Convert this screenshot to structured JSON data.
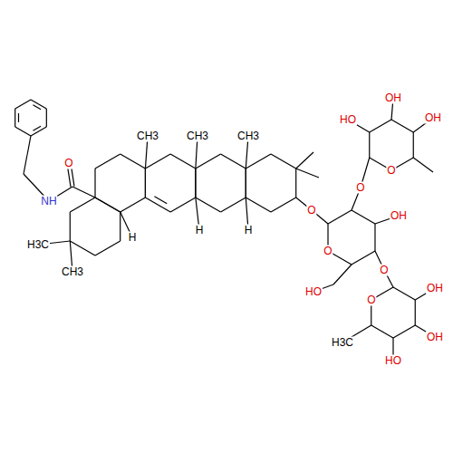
{
  "diagram": {
    "labels": [
      "O",
      "NH",
      "H3C",
      "CH3",
      "H",
      "CH3",
      "H",
      "CH3",
      "CH3",
      "H",
      "O",
      "O",
      "HO",
      "OH",
      "O",
      "O",
      "HO",
      "OH",
      "OH",
      "O",
      "O",
      "H3C",
      "HO",
      "OH",
      "OH"
    ]
  }
}
